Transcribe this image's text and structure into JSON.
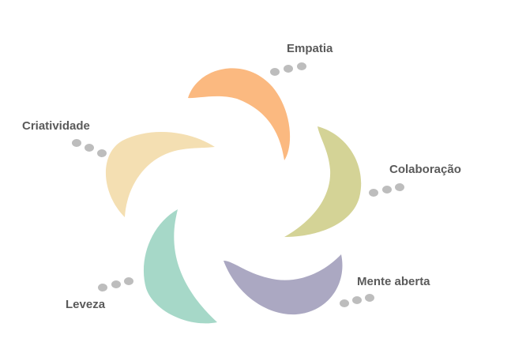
{
  "petals": [
    {
      "id": "empatia",
      "label": "Empatia",
      "color": "#FBB980"
    },
    {
      "id": "colaboracao",
      "label": "Colaboração",
      "color": "#D4D396"
    },
    {
      "id": "mente-aberta",
      "label": "Mente aberta",
      "color": "#ABA8C2"
    },
    {
      "id": "leveza",
      "label": "Leveza",
      "color": "#A6D8C8"
    },
    {
      "id": "criatividade",
      "label": "Criatividade",
      "color": "#F4DFB2"
    }
  ],
  "dot_color": "#BDBDBD"
}
